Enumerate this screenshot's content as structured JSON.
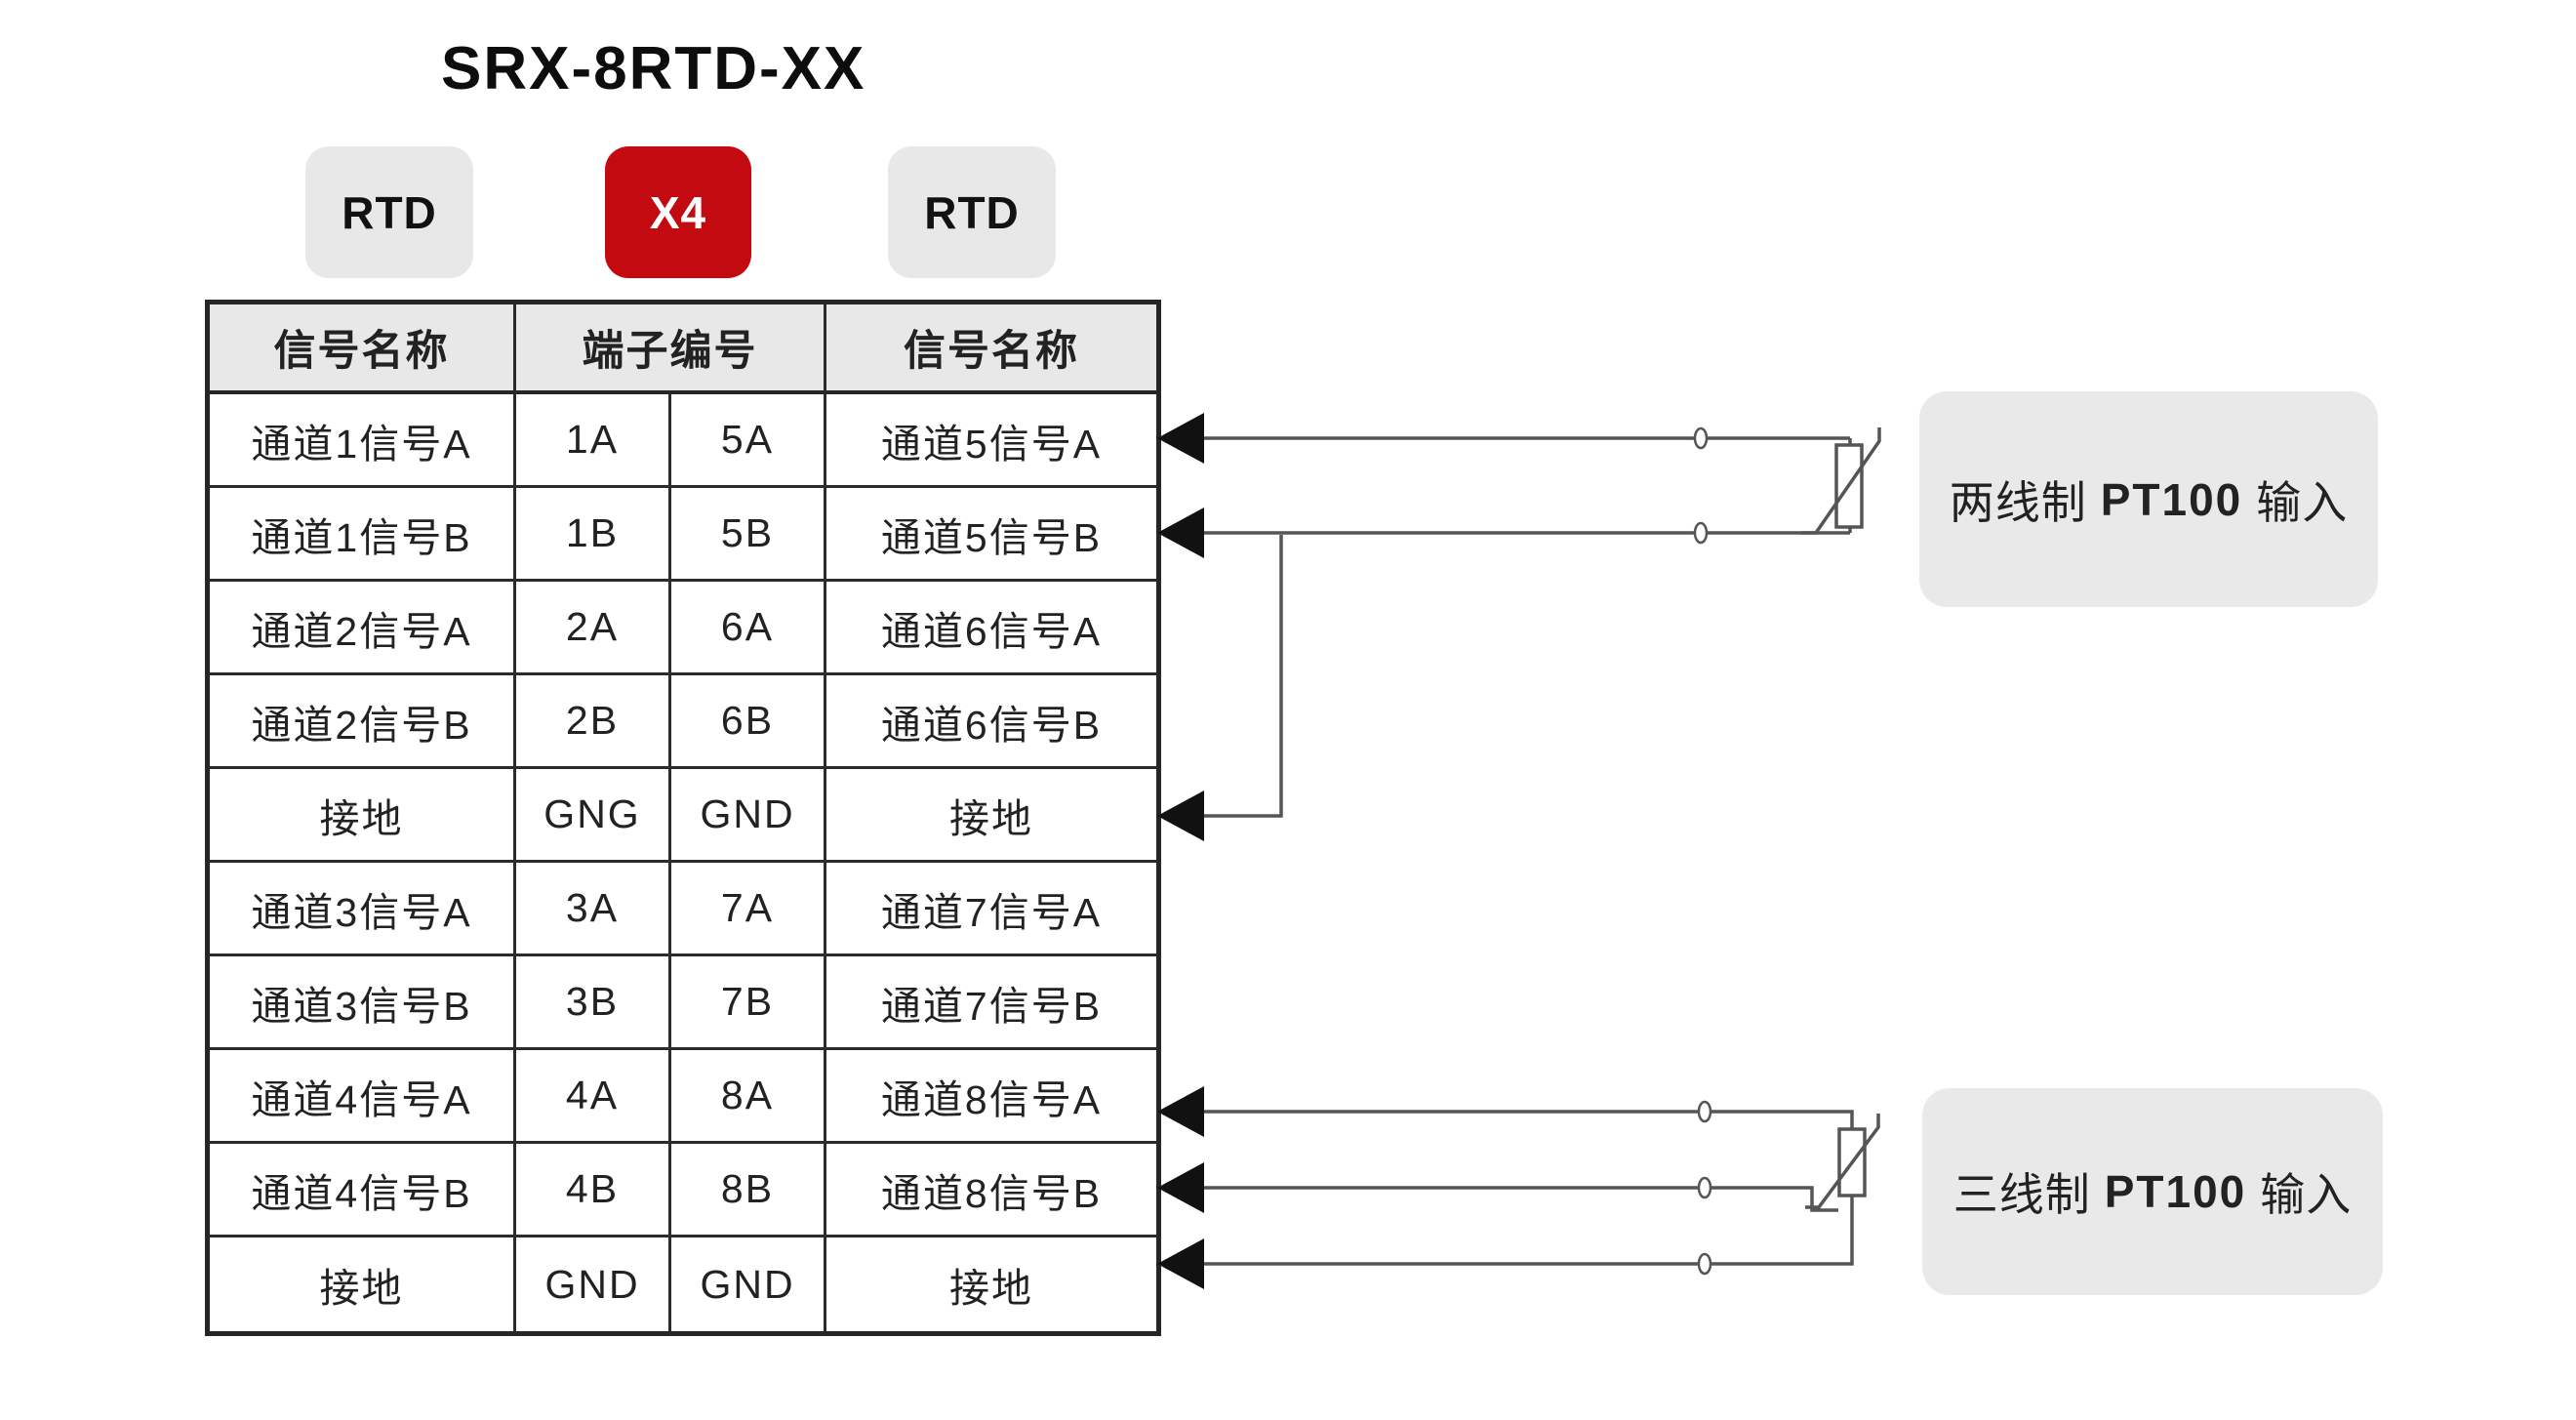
{
  "title": "SRX-8RTD-XX",
  "badges": [
    {
      "label": "RTD",
      "style": "gray"
    },
    {
      "label": "X4",
      "style": "red"
    },
    {
      "label": "RTD",
      "style": "gray"
    }
  ],
  "terminal_table": {
    "headers": [
      "信号名称",
      "端子编号",
      "信号名称"
    ],
    "rows": [
      [
        "通道1信号A",
        "1A",
        "5A",
        "通道5信号A"
      ],
      [
        "通道1信号B",
        "1B",
        "5B",
        "通道5信号B"
      ],
      [
        "通道2信号A",
        "2A",
        "6A",
        "通道6信号A"
      ],
      [
        "通道2信号B",
        "2B",
        "6B",
        "通道6信号B"
      ],
      [
        "接地",
        "GNG",
        "GND",
        "接地"
      ],
      [
        "通道3信号A",
        "3A",
        "7A",
        "通道7信号A"
      ],
      [
        "通道3信号B",
        "3B",
        "7B",
        "通道7信号B"
      ],
      [
        "通道4信号A",
        "4A",
        "8A",
        "通道8信号A"
      ],
      [
        "通道4信号B",
        "4B",
        "8B",
        "通道8信号B"
      ],
      [
        "接地",
        "GND",
        "GND",
        "接地"
      ]
    ]
  },
  "wiring_labels": {
    "two_wire": {
      "prefix": "两线制",
      "emphasis": "PT100",
      "suffix": "输入"
    },
    "three_wire": {
      "prefix": "三线制",
      "emphasis": "PT100",
      "suffix": "输入"
    }
  },
  "colors": {
    "badge_red": "#c20a10",
    "badge_gray": "#e8e8e8",
    "header_gray": "#e8e8e8",
    "label_box_gray": "#e9e9e9",
    "wire": "#555555",
    "arrow": "#111111",
    "table_border": "#262626"
  }
}
